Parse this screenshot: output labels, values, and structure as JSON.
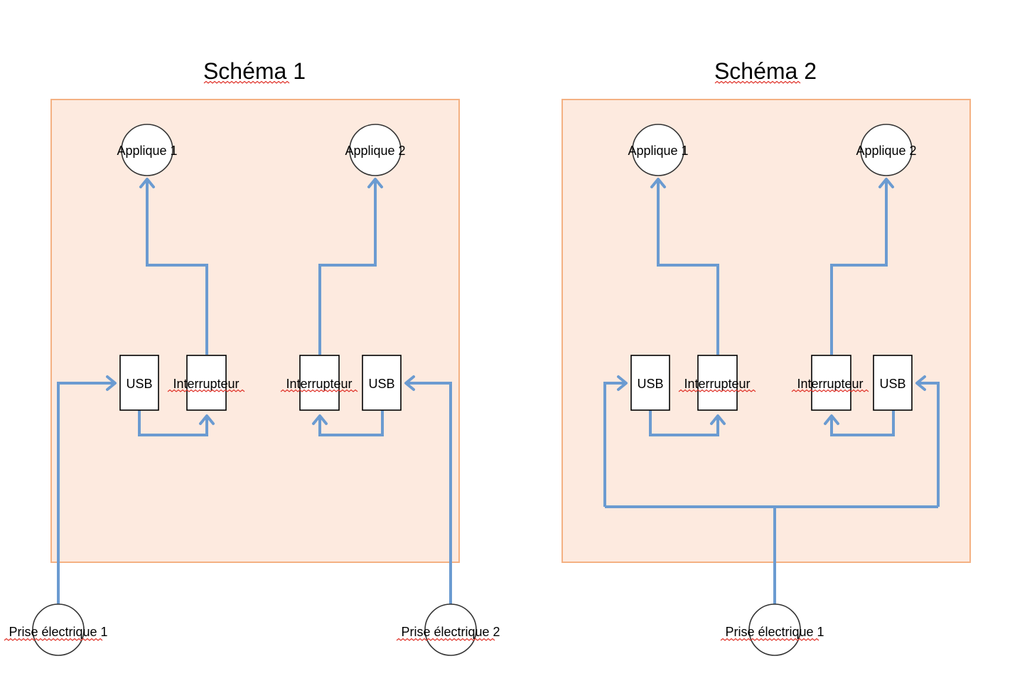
{
  "schema1": {
    "title": "Schéma 1",
    "applique_left": "Applique 1",
    "applique_right": "Applique 2",
    "usb_left": "USB",
    "switch_left": "Interrupteur",
    "switch_right": "Interrupteur",
    "usb_right": "USB",
    "plug_left": "Prise électrique 1",
    "plug_right": "Prise électrique 2"
  },
  "schema2": {
    "title": "Schéma 2",
    "applique_left": "Applique 1",
    "applique_right": "Applique 2",
    "usb_left": "USB",
    "switch_left": "Interrupteur",
    "switch_right": "Interrupteur",
    "usb_right": "USB",
    "plug": "Prise électrique 1"
  },
  "colors": {
    "panel_fill": "#fdeadf",
    "panel_border": "#f4b183",
    "wire": "#6b9bd1",
    "spellcheck_underline": "#e0342b"
  }
}
